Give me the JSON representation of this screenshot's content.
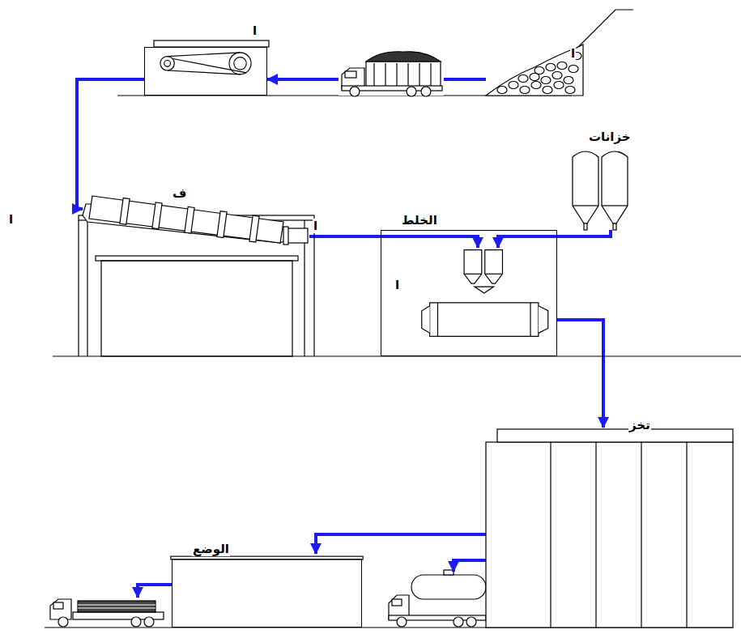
{
  "diagram": {
    "nodes": [
      {
        "text": [
          "ا"
        ]
      },
      {
        "text": [
          "ا"
        ]
      },
      {
        "text": [
          "ف"
        ]
      },
      {
        "text": [
          "الخلط",
          "ا"
        ]
      },
      {
        "text": [
          "خزانات"
        ]
      },
      {
        "text": [
          "تخز"
        ]
      },
      {
        "text": [
          "الوضع"
        ]
      }
    ],
    "edges": [
      {
        "from": 0,
        "to": 1,
        "arrow": "to"
      },
      {
        "from": 1,
        "to": 2,
        "arrow": "to"
      },
      {
        "from": 2,
        "to": 3,
        "arrow": "to"
      },
      {
        "from": 4,
        "to": 3,
        "arrow": "to"
      },
      {
        "from": 3,
        "to": 5,
        "arrow": "to"
      },
      {
        "from": 5,
        "to": 6,
        "arrow": "to"
      }
    ],
    "labels": [
      "ا",
      "ا"
    ]
  }
}
